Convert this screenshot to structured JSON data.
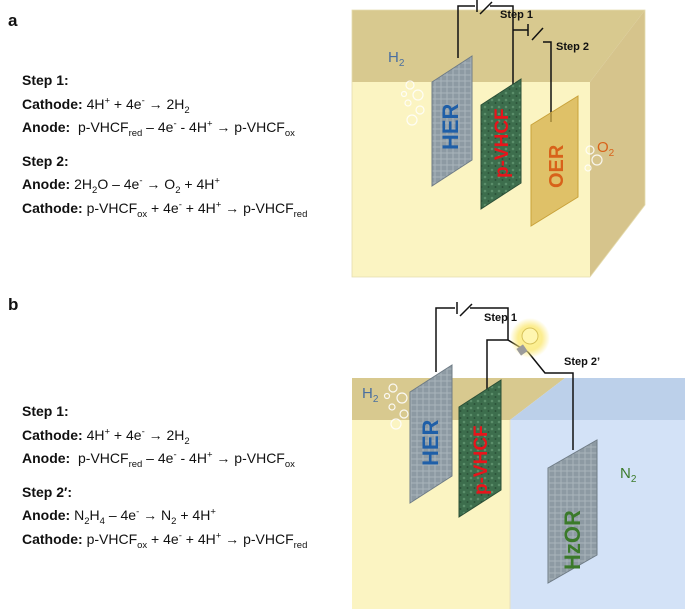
{
  "panels": {
    "a": {
      "label": "a",
      "step1": {
        "title": "Step 1:",
        "cathode_label": "Cathode:",
        "cathode_eq": [
          "4H",
          "+",
          " + 4e",
          "-",
          " → 2H",
          "2",
          ""
        ],
        "anode_label": "Anode:",
        "anode_eq": [
          "p-VHCF",
          "red",
          " – 4e",
          "-",
          " - 4H",
          "+",
          " → p-VHCF",
          "ox",
          ""
        ]
      },
      "step2": {
        "title": "Step 2:",
        "anode_label": "Anode:",
        "anode_eq": [
          "2H",
          "2",
          "O – 4e",
          "-",
          " → O",
          "2",
          " + 4H",
          "+",
          ""
        ],
        "cathode_label": "Cathode:",
        "cathode_eq": [
          "p-VHCF",
          "ox",
          " + 4e",
          "-",
          " + 4H",
          "+",
          " → p-VHCF",
          "red",
          ""
        ]
      },
      "diagram": {
        "gas_left": [
          "H",
          "2"
        ],
        "gas_right": [
          "O",
          "2"
        ],
        "electrodes": [
          "HER",
          "p-VHCF",
          "OER"
        ],
        "switch1": "Step 1",
        "switch2": "Step 2"
      }
    },
    "b": {
      "label": "b",
      "step1": {
        "title": "Step 1:",
        "cathode_label": "Cathode:",
        "cathode_eq": [
          "4H",
          "+",
          " + 4e",
          "-",
          " → 2H",
          "2",
          ""
        ],
        "anode_label": "Anode:",
        "anode_eq": [
          "p-VHCF",
          "red",
          " – 4e",
          "-",
          " - 4H",
          "+",
          " → p-VHCF",
          "ox",
          ""
        ]
      },
      "step2": {
        "title": "Step 2′:",
        "anode_label": "Anode:",
        "anode_eq": [
          "N",
          "2",
          "H",
          "4",
          " – 4e",
          "-",
          " → N",
          "2",
          " + 4H",
          "+",
          ""
        ],
        "cathode_label": "Cathode:",
        "cathode_eq": [
          "p-VHCF",
          "ox",
          " + 4e",
          "-",
          " + 4H",
          "+",
          " → p-VHCF",
          "red",
          ""
        ]
      },
      "diagram": {
        "gas_left": [
          "H",
          "2"
        ],
        "gas_right": [
          "N",
          "2"
        ],
        "electrodes": [
          "HER",
          "p-VHCF",
          "HzOR"
        ],
        "switch1": "Step 1",
        "switch2": "Step 2’"
      }
    }
  },
  "colors": {
    "her_text": "#1f5fa8",
    "pvhcf_text": "#e8141b",
    "oer_text": "#d8621a",
    "hzor_text": "#3b7a2a",
    "gas_h2": "#4a6fa0",
    "gas_o2": "#d8621a",
    "gas_n2": "#3b7a2a",
    "electrolyte_yellow": "#fbf4c2",
    "electrolyte_blue": "#d3e2f7"
  }
}
